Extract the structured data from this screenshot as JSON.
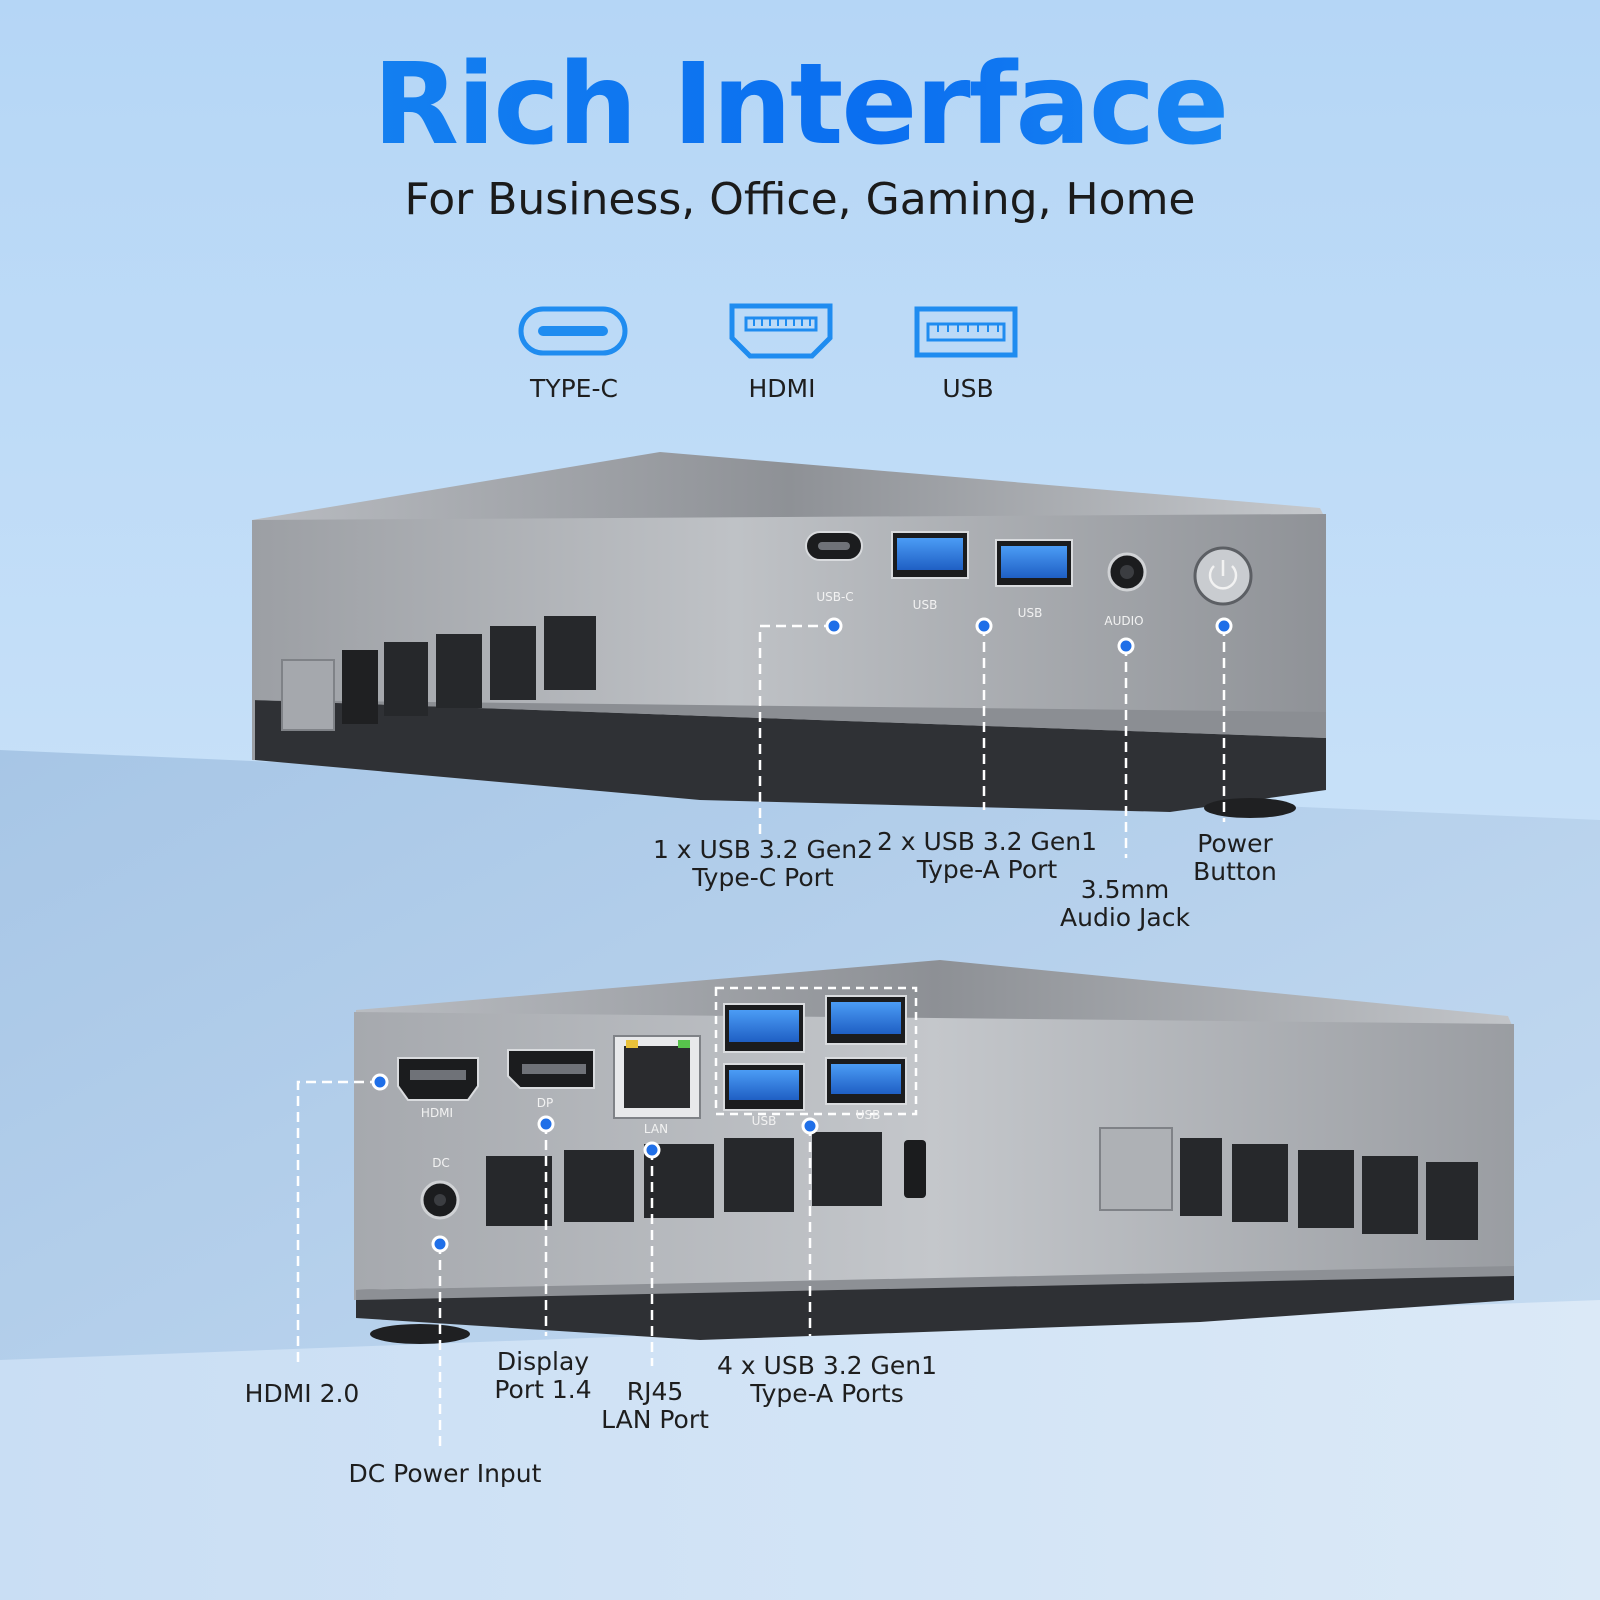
{
  "header": {
    "title": "Rich Interface",
    "subtitle": "For Business, Office, Gaming, Home"
  },
  "icons": [
    {
      "icon": "type-c-icon",
      "label": "TYPE-C"
    },
    {
      "icon": "hdmi-icon",
      "label": "HDMI"
    },
    {
      "icon": "usb-icon",
      "label": "USB"
    }
  ],
  "front_panel": {
    "tags": {
      "usb_c": "USB-C",
      "usb_1": "USB",
      "usb_2": "USB",
      "audio": "AUDIO"
    },
    "callouts": {
      "usb_c": "1 x USB 3.2 Gen2\nType-C Port",
      "usb_a": "2 x USB 3.2 Gen1\nType-A Port",
      "audio": "3.5mm\nAudio Jack",
      "power": "Power\nButton"
    }
  },
  "rear_panel": {
    "tags": {
      "hdmi": "HDMI",
      "dp": "DP",
      "lan": "LAN",
      "usb_1": "USB",
      "usb_2": "USB",
      "dc": "DC"
    },
    "callouts": {
      "hdmi": "HDMI 2.0",
      "dc": "DC Power Input",
      "dp": "Display\nPort 1.4",
      "lan": "RJ45\nLAN Port",
      "usb": "4 x USB 3.2 Gen1\nType-A Ports"
    }
  },
  "colors": {
    "accent": "#0a6ef0",
    "usb_blue": "#2f7fe0",
    "chassis": "#a9acb1",
    "base": "#2e3034"
  }
}
